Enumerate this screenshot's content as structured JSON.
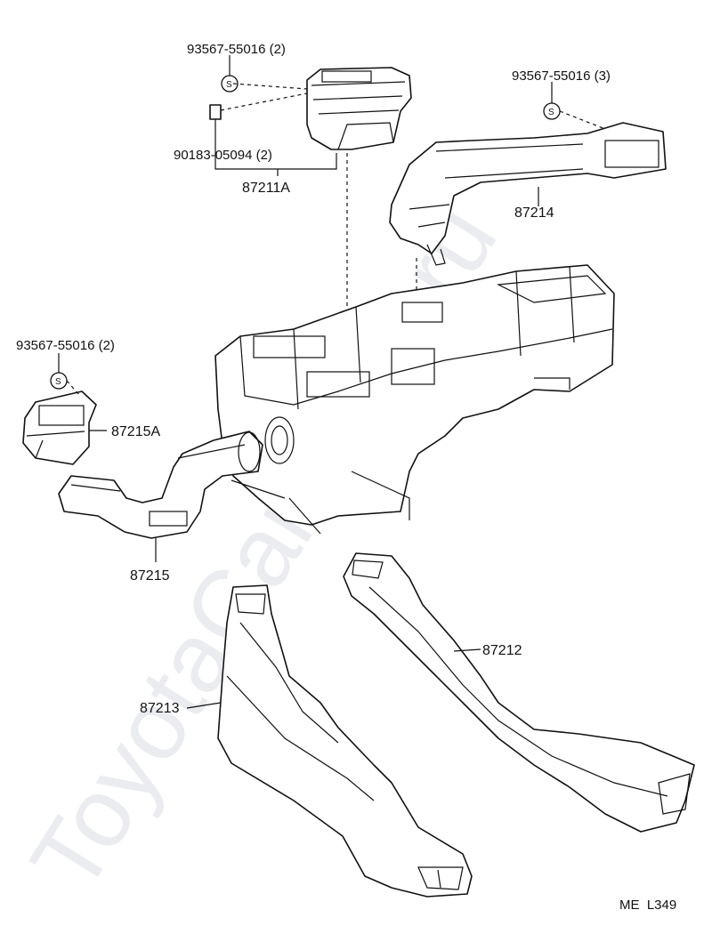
{
  "watermark": "ToyotaCarWine.ru",
  "diagram_code": "ME  L349",
  "fasteners": {
    "screw_top_left": "93567-55016 (2)",
    "clip_top_left": "90183-05094 (2)",
    "screw_top_right": "93567-55016 (3)",
    "screw_left": "93567-55016 (2)",
    "screw_symbol": "S"
  },
  "parts": {
    "p87211a": "87211A",
    "p87214": "87214",
    "p87215a": "87215A",
    "p87215": "87215",
    "p87213": "87213",
    "p87212": "87212"
  }
}
